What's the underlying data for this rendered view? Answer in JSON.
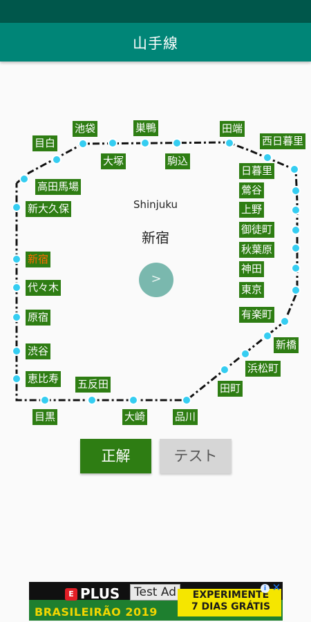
{
  "app": {
    "title": "山手線"
  },
  "quiz": {
    "romaji": "Shinjuku",
    "kanji": "新宿",
    "next_label": ">",
    "answer_label": "正解",
    "test_label": "テスト"
  },
  "colors": {
    "primary": "#008577",
    "primary_dark": "#00574b",
    "label_bg": "#2e7d13",
    "current_station_text": "#ff6a00",
    "node_fill": "#35cdf1",
    "track": "#111111"
  },
  "stations": [
    {
      "id": "ikebukuro",
      "name": "池袋"
    },
    {
      "id": "sugamo",
      "name": "巣鴨"
    },
    {
      "id": "tabata",
      "name": "田端"
    },
    {
      "id": "nishi-nippori",
      "name": "西日暮里"
    },
    {
      "id": "mejiro",
      "name": "目白"
    },
    {
      "id": "otsuka",
      "name": "大塚"
    },
    {
      "id": "komagome",
      "name": "駒込"
    },
    {
      "id": "nippori",
      "name": "日暮里"
    },
    {
      "id": "takadanobaba",
      "name": "高田馬場"
    },
    {
      "id": "uguisudani",
      "name": "鶯谷"
    },
    {
      "id": "shin-okubo",
      "name": "新大久保"
    },
    {
      "id": "ueno",
      "name": "上野"
    },
    {
      "id": "okachimachi",
      "name": "御徒町"
    },
    {
      "id": "akihabara",
      "name": "秋葉原"
    },
    {
      "id": "shinjuku",
      "name": "新宿",
      "current": true
    },
    {
      "id": "kanda",
      "name": "神田"
    },
    {
      "id": "yoyogi",
      "name": "代々木"
    },
    {
      "id": "tokyo",
      "name": "東京"
    },
    {
      "id": "harajuku",
      "name": "原宿"
    },
    {
      "id": "yurakucho",
      "name": "有楽町"
    },
    {
      "id": "shimbashi",
      "name": "新橋"
    },
    {
      "id": "shibuya",
      "name": "渋谷"
    },
    {
      "id": "hamamatsucho",
      "name": "浜松町"
    },
    {
      "id": "ebisu",
      "name": "恵比寿"
    },
    {
      "id": "tamachi",
      "name": "田町"
    },
    {
      "id": "gotanda",
      "name": "五反田"
    },
    {
      "id": "meguro",
      "name": "目黒"
    },
    {
      "id": "osaki",
      "name": "大崎"
    },
    {
      "id": "shinagawa",
      "name": "品川"
    }
  ],
  "ad": {
    "plus": "PLUS",
    "e_badge": "E",
    "brasileirao": "BRASILEIRÃO 2019",
    "test_ad": "Test Ad",
    "experimente": "EXPERIMENTE",
    "dias": "7 DIAS GRÁTIS",
    "info": "i",
    "close": "✕"
  }
}
